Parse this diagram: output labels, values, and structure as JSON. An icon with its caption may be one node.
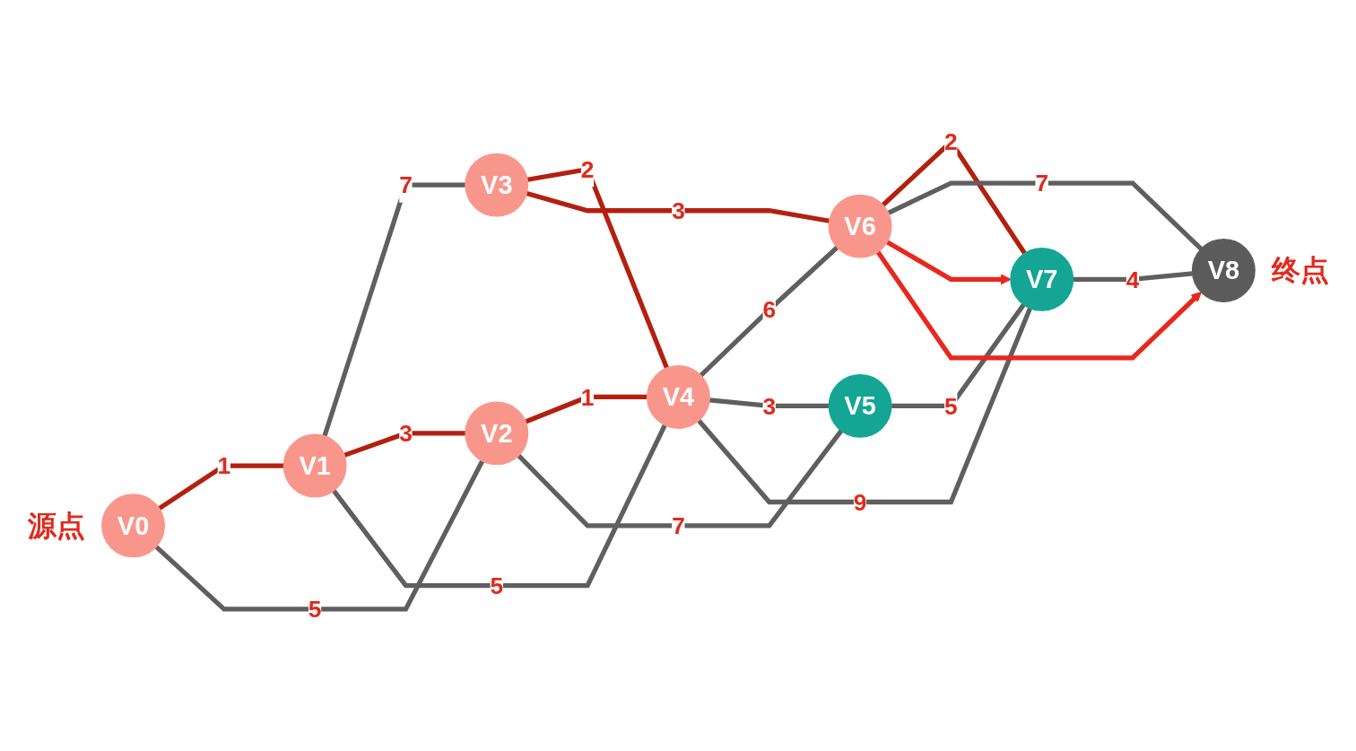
{
  "diagram": {
    "nodes": [
      {
        "text": [
          "V0"
        ],
        "beside": [
          "源点"
        ]
      },
      {
        "text": [
          "V1"
        ]
      },
      {
        "text": [
          "V2"
        ]
      },
      {
        "text": [
          "V3"
        ]
      },
      {
        "text": [
          "V4"
        ]
      },
      {
        "text": [
          "V5"
        ]
      },
      {
        "text": [
          "V6"
        ]
      },
      {
        "text": [
          "V7"
        ]
      },
      {
        "text": [
          "V8"
        ],
        "beside": [
          "终点"
        ]
      }
    ],
    "edges": [
      {
        "from": 0,
        "to": 1,
        "arrow": "none",
        "label": "1",
        "color": "#b3200f"
      },
      {
        "from": 0,
        "to": 2,
        "arrow": "none",
        "label": "5"
      },
      {
        "from": 1,
        "to": 3,
        "arrow": "none",
        "label": "7"
      },
      {
        "from": 1,
        "to": 2,
        "arrow": "none",
        "label": "3",
        "color": "#b3200f"
      },
      {
        "from": 1,
        "to": 4,
        "arrow": "none",
        "label": "5"
      },
      {
        "from": 2,
        "to": 4,
        "arrow": "none",
        "label": "1",
        "color": "#b3200f"
      },
      {
        "from": 2,
        "to": 5,
        "arrow": "none",
        "label": "7"
      },
      {
        "from": 3,
        "to": 4,
        "arrow": "none",
        "label": "2",
        "color": "#b3200f"
      },
      {
        "from": 3,
        "to": 6,
        "arrow": "none",
        "label": "3",
        "color": "#b3200f"
      },
      {
        "from": 4,
        "to": 6,
        "arrow": "none",
        "label": "6"
      },
      {
        "from": 4,
        "to": 5,
        "arrow": "none",
        "label": "3"
      },
      {
        "from": 4,
        "to": 7,
        "arrow": "none",
        "label": "9"
      },
      {
        "from": 6,
        "to": 7,
        "arrow": "none",
        "label": "2",
        "color": "#b3200f"
      },
      {
        "from": 6,
        "to": 8,
        "arrow": "none",
        "label": "7"
      },
      {
        "from": 7,
        "to": 8,
        "arrow": "none",
        "label": "4"
      },
      {
        "from": 5,
        "to": 7,
        "arrow": "none",
        "label": "5"
      },
      {
        "from": 6,
        "to": 7,
        "arrow": "to",
        "color": "#e8281e"
      },
      {
        "from": 6,
        "to": 8,
        "arrow": "to",
        "color": "#e8281e"
      }
    ]
  }
}
